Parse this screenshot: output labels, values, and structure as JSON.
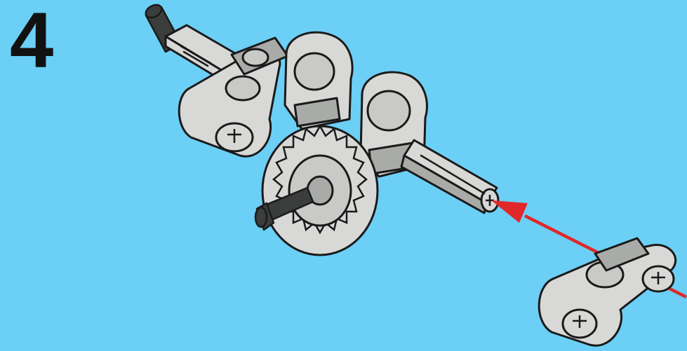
{
  "step": {
    "number": "4"
  },
  "colors": {
    "background": "#6ccff6",
    "part_light": "#d8d9d6",
    "part_shadow": "#a9aba8",
    "part_dark": "#3b3d3c",
    "outline": "#1a1a1a",
    "arrow": "#e0282a"
  },
  "illustration": {
    "parts": [
      "axle-pin",
      "beam-pair",
      "gear-24-tooth",
      "cross-axle",
      "loose-double-beam"
    ],
    "arrow": "insert-direction-arrow"
  }
}
